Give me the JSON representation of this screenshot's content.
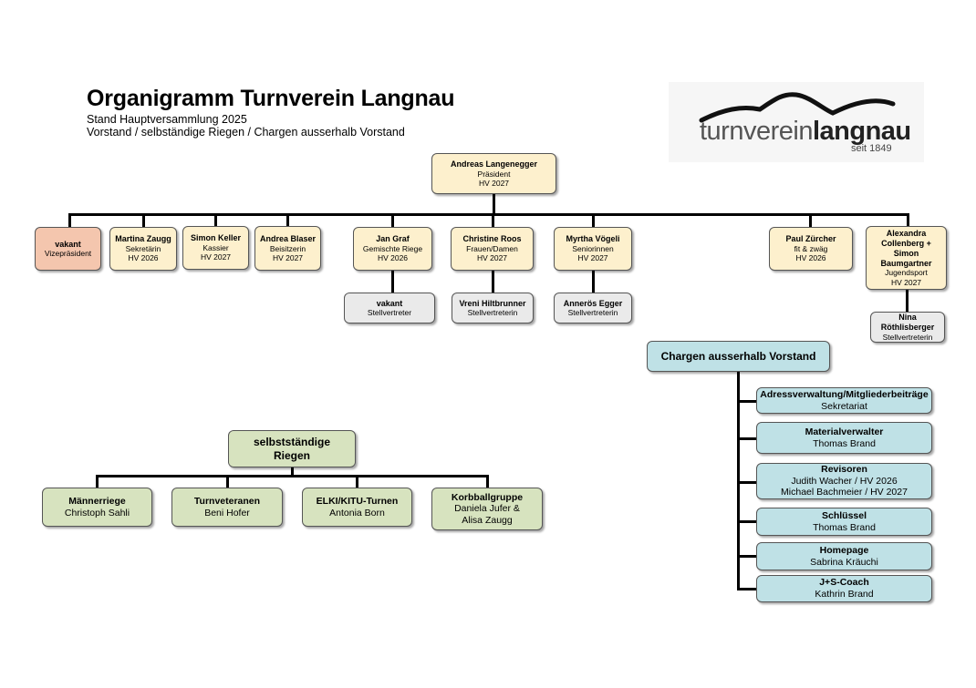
{
  "title": "Organigramm Turnverein Langnau",
  "subtitle1": "Stand Hauptversammlung 2025",
  "subtitle2": "Vorstand / selbständige Riegen / Chargen ausserhalb Vorstand",
  "logo": {
    "text_light": "turnverein",
    "text_bold": "langnau",
    "since": "seit 1849"
  },
  "president": {
    "name": "Andreas Langenegger",
    "role": "Präsident",
    "term": "HV 2027"
  },
  "board": [
    {
      "name": "vakant",
      "role": "Vizepräsident",
      "term": ""
    },
    {
      "name": "Martina Zaugg",
      "role": "Sekretärin",
      "term": "HV 2026"
    },
    {
      "name": "Simon Keller",
      "role": "Kassier",
      "term": "HV 2027"
    },
    {
      "name": "Andrea Blaser",
      "role": "Beisitzerin",
      "term": "HV 2027"
    },
    {
      "name": "Jan Graf",
      "role": "Gemischte Riege",
      "term": "HV 2026"
    },
    {
      "name": "Christine Roos",
      "role": "Frauen/Damen",
      "term": "HV 2027"
    },
    {
      "name": "Myrtha Vögeli",
      "role": "Seniorinnen",
      "term": "HV 2027"
    },
    {
      "name": "Paul Zürcher",
      "role": "fit & zwäg",
      "term": "HV 2026"
    },
    {
      "name": "Alexandra Collenberg + Simon Baumgartner",
      "role": "Jugendsport",
      "term": "HV 2027"
    }
  ],
  "deputies": [
    {
      "name": "vakant",
      "role": "Stellvertreter"
    },
    {
      "name": "Vreni Hiltbrunner",
      "role": "Stellvertreterin"
    },
    {
      "name": "Annerös Egger",
      "role": "Stellvertreterin"
    },
    {
      "name": "Nina Röthlisberger",
      "role": "Stellvertreterin"
    }
  ],
  "riegen": {
    "header": "selbstständige Riegen",
    "items": [
      {
        "name": "Männerriege",
        "person": "Christoph Sahli"
      },
      {
        "name": "Turnveteranen",
        "person": "Beni Hofer"
      },
      {
        "name": "ELKI/KITU-Turnen",
        "person": "Antonia Born"
      },
      {
        "name": "Korbballgruppe",
        "person": "Daniela Jufer & Alisa Zaugg"
      }
    ]
  },
  "chargen": {
    "header": "Chargen ausserhalb Vorstand",
    "items": [
      {
        "name": "Adressverwaltung/Mitgliederbeiträge",
        "person": "Sekretariat"
      },
      {
        "name": "Materialverwalter",
        "person": "Thomas Brand"
      },
      {
        "name": "Revisoren",
        "person": "Judith Wacher / HV 2026\nMichael Bachmeier / HV 2027"
      },
      {
        "name": "Schlüssel",
        "person": "Thomas Brand"
      },
      {
        "name": "Homepage",
        "person": "Sabrina Kräuchi"
      },
      {
        "name": "J+S-Coach",
        "person": "Kathrin Brand"
      }
    ]
  },
  "colors": {
    "board": "#fdf0cd",
    "vacant": "#f4c6ae",
    "deputy": "#eaeaea",
    "chargen": "#bfe1e6",
    "riegen": "#d7e3bf"
  }
}
